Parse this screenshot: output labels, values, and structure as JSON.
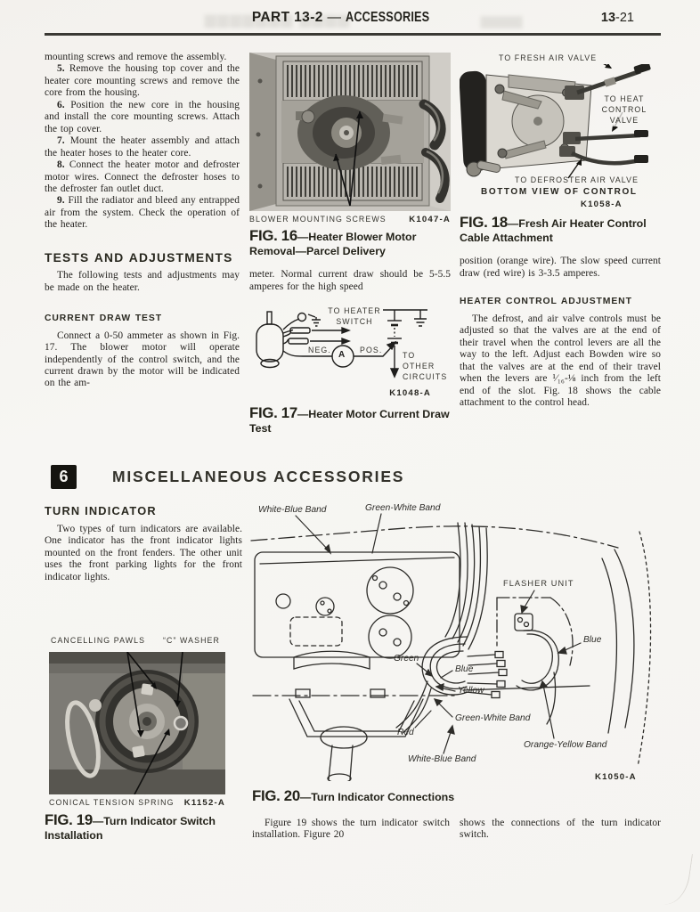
{
  "colors": {
    "paper": "#f6f4f1",
    "ink": "#1d1c1a",
    "banner": "#15140f"
  },
  "header": {
    "part": "PART 13-2",
    "separator": "—",
    "section": "ACCESSORIES",
    "page_bold": "13",
    "page_rest": "-21"
  },
  "left_column": {
    "intro": "mounting screws and remove the assembly.",
    "steps": [
      {
        "num": "5.",
        "text": "Remove the housing top cover and the heater core mounting screws and remove the core from the housing."
      },
      {
        "num": "6.",
        "text": "Position the new core in the housing and install the core mounting screws. Attach the top cover."
      },
      {
        "num": "7.",
        "text": "Mount the heater assembly and attach the heater hoses to the heater core."
      },
      {
        "num": "8.",
        "text": "Connect the heater motor and defroster motor wires. Connect the defroster hoses to the defroster fan outlet duct."
      },
      {
        "num": "9.",
        "text": "Fill the radiator and bleed any entrapped air from the system. Check the operation of the heater."
      }
    ],
    "tests_heading": "TESTS AND ADJUSTMENTS",
    "tests_text": "The following tests and adjustments may be made on the heater.",
    "current_heading": "CURRENT DRAW TEST",
    "current_text": "Connect a 0-50 ammeter as shown in Fig. 17. The blower motor will operate independently of the control switch, and the current drawn by the motor will be indicated on the am-"
  },
  "fig16": {
    "photo_label": "BLOWER MOUNTING SCREWS",
    "code": "K1047-A",
    "fig_no": "FIG. 16",
    "caption": "—Heater Blower Motor Removal—Parcel Delivery"
  },
  "middle_column": {
    "continuation": "meter. Normal current draw should be 5-5.5 amperes for the high speed"
  },
  "fig17": {
    "switch_label_1": "TO HEATER",
    "switch_label_2": "SWITCH",
    "neg": "NEG.",
    "ammeter": "A",
    "pos": "POS.",
    "other_1": "TO",
    "other_2": "OTHER",
    "other_3": "CIRCUITS",
    "code": "K1048-A",
    "fig_no": "FIG. 17",
    "caption": "—Heater Motor Current Draw Test"
  },
  "fig18": {
    "fresh_label": "TO FRESH AIR VALVE",
    "heat_1": "TO HEAT",
    "heat_2": "CONTROL",
    "heat_3": "VALVE",
    "defrost_label": "TO DEFROSTER AIR VALVE",
    "view_label": "BOTTOM VIEW OF CONTROL",
    "code": "K1058-A",
    "fig_no": "FIG. 18",
    "caption": "—Fresh Air Heater Control Cable Attachment"
  },
  "right_column": {
    "para1": "position (orange wire). The slow speed current draw (red wire) is 3-3.5 amperes.",
    "adjust_heading": "HEATER CONTROL ADJUSTMENT",
    "para2": "The defrost, and air valve controls must be adjusted so that the valves are at the end of their travel when the control levers are all the way to the left. Adjust each Bowden wire so that the valves are at the end of their travel when the levers are ¹⁄₁₆-⅛ inch from the left end of the slot. Fig. 18 shows the cable attachment to the control head."
  },
  "section6": {
    "number": "6",
    "title": "MISCELLANEOUS ACCESSORIES",
    "turn_heading": "TURN INDICATOR",
    "turn_text": "Two types of turn indicators are available. One indicator has the front indicator lights mounted on the front fenders. The other unit uses the front parking lights for the front indicator lights."
  },
  "fig19": {
    "pawls_label": "CANCELLING PAWLS",
    "washer_label": "“C” WASHER",
    "spring_label": "CONICAL TENSION SPRING",
    "code": "K1152-A",
    "fig_no": "FIG. 19",
    "caption": "—Turn Indicator Switch Installation"
  },
  "fig20": {
    "white_blue_top": "White-Blue Band",
    "green_white_top": "Green-White Band",
    "flasher": "FLASHER UNIT",
    "blue_right": "Blue",
    "green": "Green",
    "blue_left": "Blue",
    "yellow": "Yellow",
    "green_white_mid": "Green-White Band",
    "red": "Red",
    "orange_yellow": "Orange-Yellow Band",
    "white_blue_bottom": "White-Blue Band",
    "code": "K1050-A",
    "fig_no": "FIG. 20",
    "caption": "—Turn Indicator Connections"
  },
  "footer": {
    "left": "Figure 19 shows the turn indicator switch installation. Figure 20",
    "right": "shows the connections of the turn indicator switch."
  }
}
